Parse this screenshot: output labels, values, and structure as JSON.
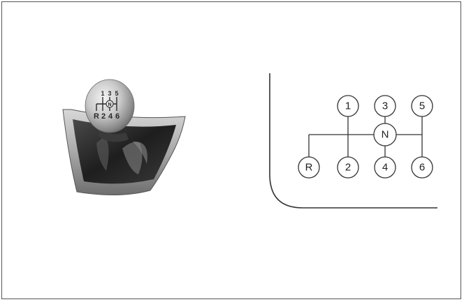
{
  "knob": {
    "top_row": [
      "1",
      "3",
      "5"
    ],
    "bottom_row": [
      "R",
      "2",
      "4",
      "6"
    ],
    "neutral": "N"
  },
  "shift_pattern": {
    "neutral_label": "N",
    "gears_top": [
      "1",
      "3",
      "5"
    ],
    "gears_bottom": [
      "R",
      "2",
      "4",
      "6"
    ]
  }
}
